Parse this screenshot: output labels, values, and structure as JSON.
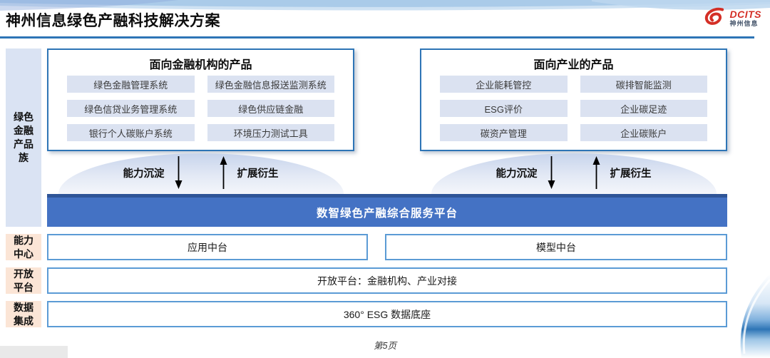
{
  "header": {
    "title": "神州信息绿色产融科技解决方案",
    "logo": {
      "brand": "DCITS",
      "sub": "神州信息"
    }
  },
  "rail": {
    "product_family": "绿色金融产品族",
    "capability": "能力中心",
    "open": "开放平台",
    "data": "数据集成"
  },
  "groups": [
    {
      "title": "面向金融机构的产品",
      "items": [
        "绿色金融管理系统",
        "绿色金融信息报送监测系统",
        "绿色信贷业务管理系统",
        "绿色供应链金融",
        "银行个人碳账户系统",
        "环境压力测试工具"
      ]
    },
    {
      "title": "面向产业的产品",
      "items": [
        "企业能耗管控",
        "碳排智能监测",
        "ESG评价",
        "企业碳足迹",
        "碳资产管理",
        "企业碳账户"
      ]
    }
  ],
  "flow": {
    "down_label": "能力沉淀",
    "up_label": "扩展衍生"
  },
  "platform": {
    "label": "数智绿色产融综合服务平台"
  },
  "capability_row": {
    "app": "应用中台",
    "model": "模型中台"
  },
  "open_row": {
    "label": "开放平台：金融机构、产业对接"
  },
  "data_row": {
    "label": "360° ESG 数据底座"
  },
  "footer": {
    "page_number": "第5页"
  },
  "colors": {
    "accent_blue": "#2e75b6",
    "platform_blue": "#4472c4",
    "platform_top_edge": "#2f5597",
    "item_fill": "#dbe2f1",
    "rail_blue": "#dae3f3",
    "rail_peach": "#fbe5d6",
    "light_border_blue": "#5b9bd5",
    "logo_red": "#d42f26"
  }
}
